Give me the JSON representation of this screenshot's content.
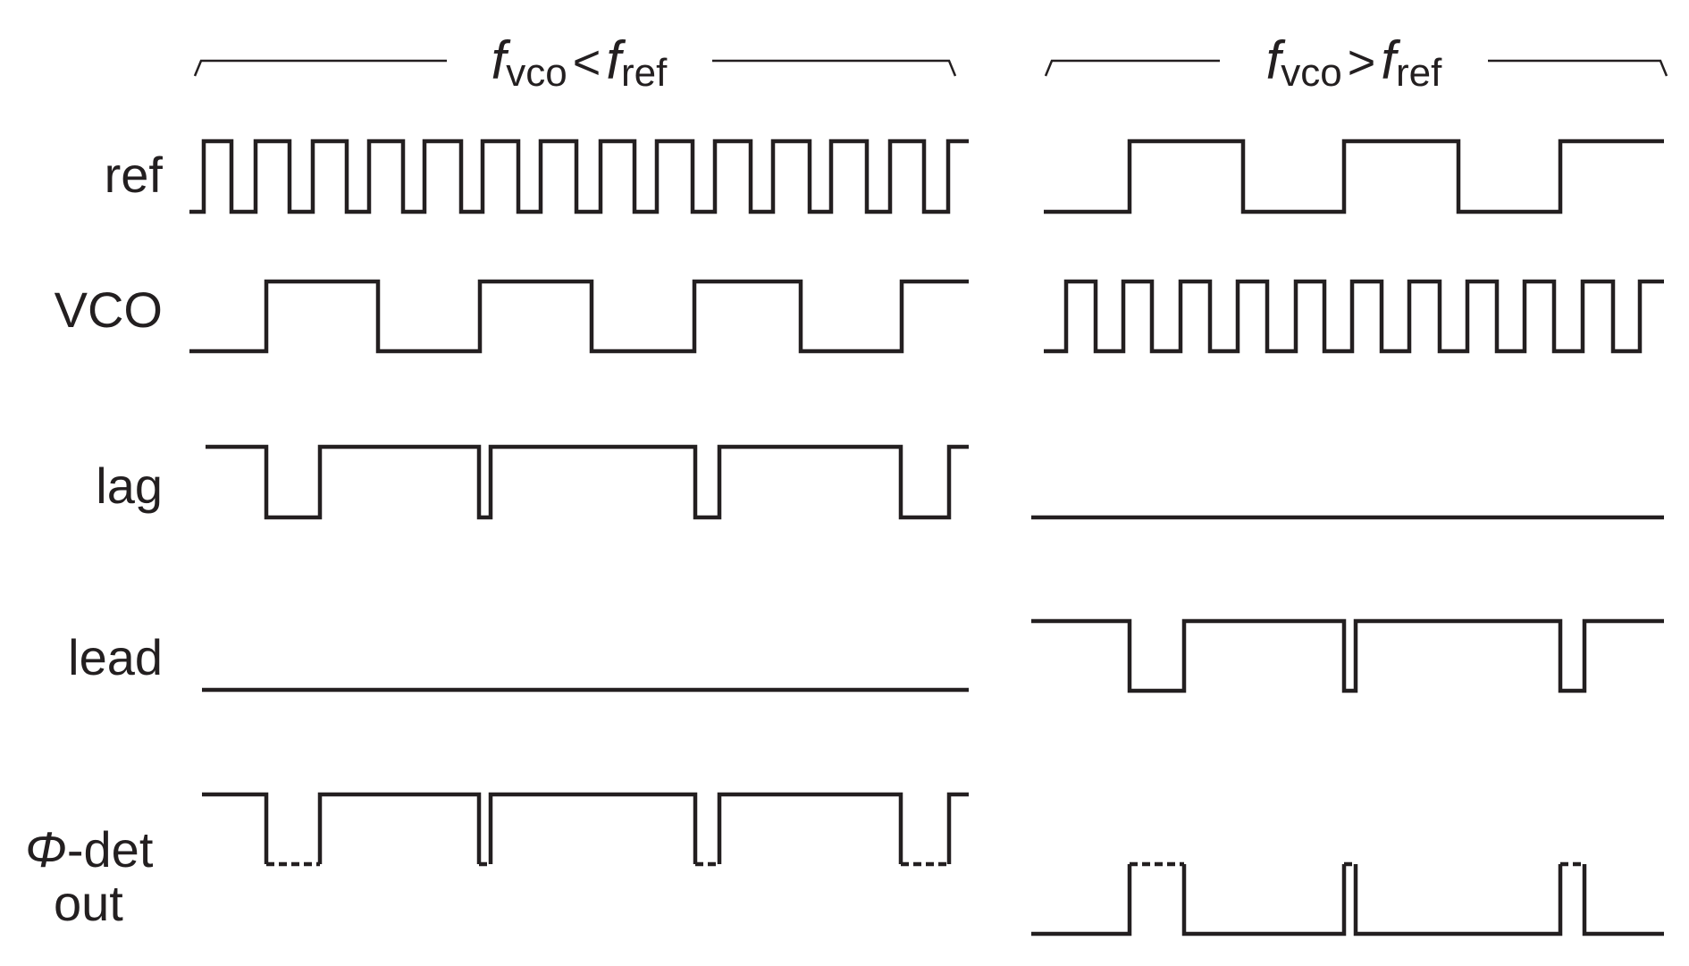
{
  "panels": [
    {
      "id": "left",
      "header": {
        "f1": "f",
        "sub1": "vco",
        "op": "<",
        "f2": "f",
        "sub2": "ref"
      }
    },
    {
      "id": "right",
      "header": {
        "f1": "f",
        "sub1": "vco",
        "op": ">",
        "f2": "f",
        "sub2": "ref"
      }
    }
  ],
  "rows": {
    "ref": "ref",
    "vco": "VCO",
    "lag": "lag",
    "lead": "lead",
    "phidet_symbol": "Φ",
    "phidet_line1": "-det",
    "phidet_line2": "out"
  }
}
